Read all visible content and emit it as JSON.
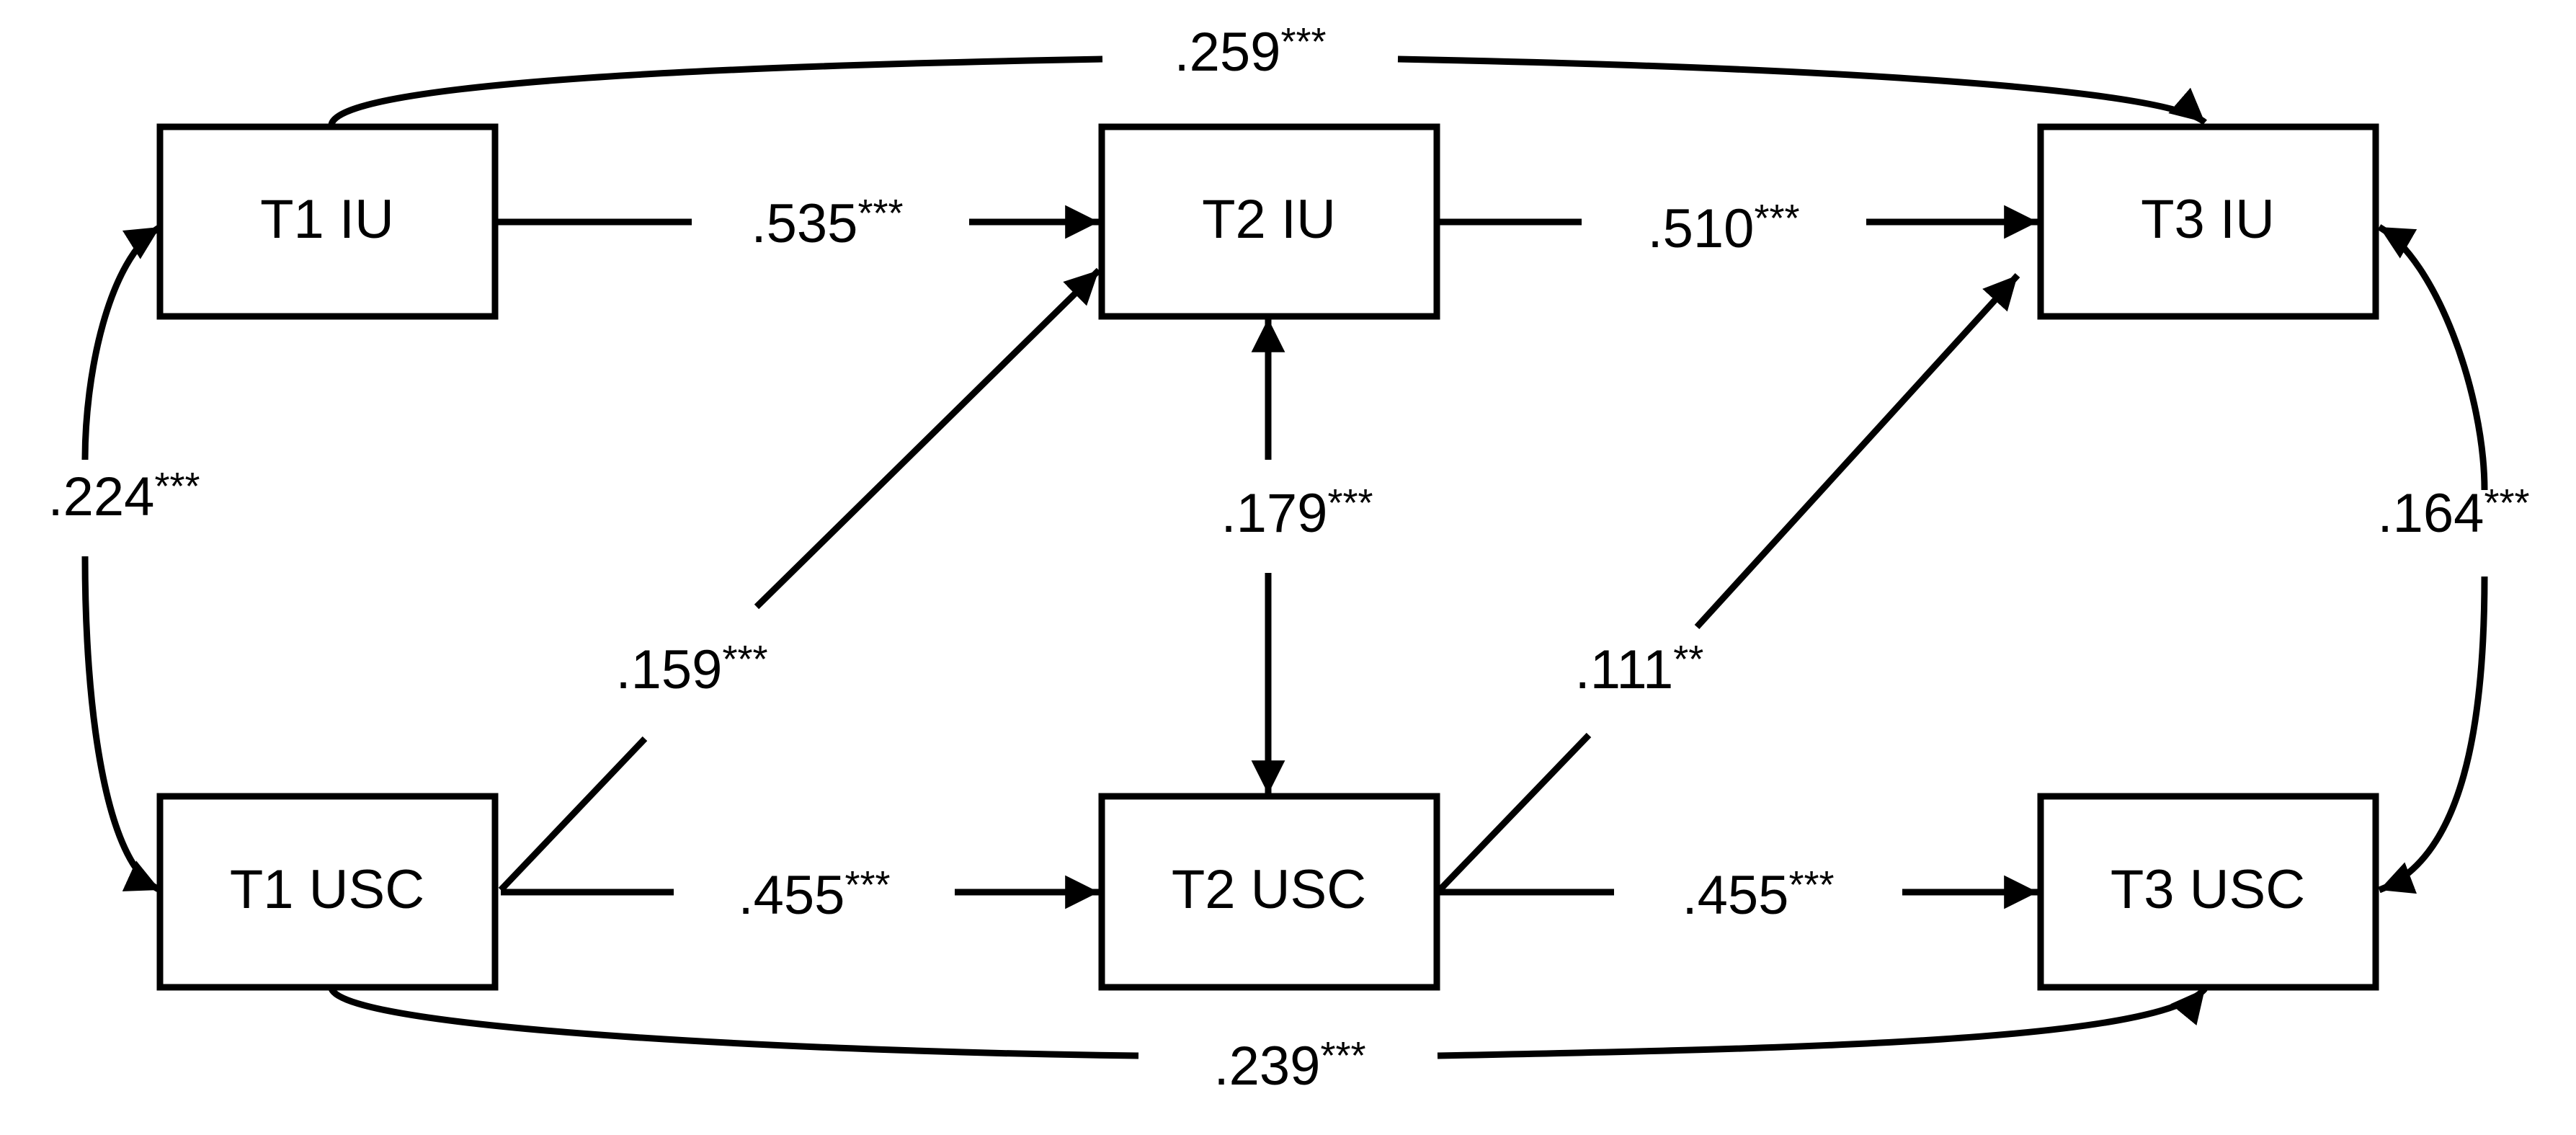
{
  "nodes": {
    "t1_iu": "T1 IU",
    "t2_iu": "T2 IU",
    "t3_iu": "T3 IU",
    "t1_usc": "T1 USC",
    "t2_usc": "T2 USC",
    "t3_usc": "T3 USC"
  },
  "paths": {
    "t1_iu_t3_iu": {
      "value": ".259",
      "sig": "***"
    },
    "t1_iu_t2_iu": {
      "value": ".535",
      "sig": "***"
    },
    "t2_iu_t3_iu": {
      "value": ".510",
      "sig": "***"
    },
    "t1_iu_t1_usc": {
      "value": ".224",
      "sig": "***"
    },
    "t2_iu_t2_usc": {
      "value": ".179",
      "sig": "***"
    },
    "t3_iu_t3_usc": {
      "value": ".164",
      "sig": "***"
    },
    "t1_usc_t2_iu": {
      "value": ".159",
      "sig": "***"
    },
    "t2_usc_t3_iu": {
      "value": ".111",
      "sig": "**"
    },
    "t1_usc_t2_usc": {
      "value": ".455",
      "sig": "***"
    },
    "t2_usc_t3_usc": {
      "value": ".455",
      "sig": "***"
    },
    "t1_usc_t3_usc": {
      "value": ".239",
      "sig": "***"
    }
  },
  "colors": {
    "stroke": "#000000",
    "background": "#ffffff"
  }
}
